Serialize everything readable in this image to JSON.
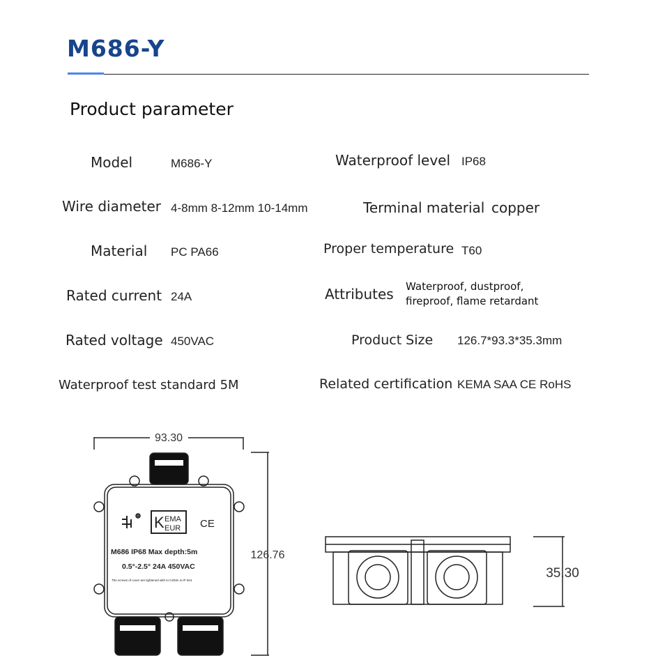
{
  "title": "M686-Y",
  "section_title": "Product parameter",
  "params": {
    "model": {
      "label": "Model",
      "value": "M686-Y"
    },
    "waterproof_level": {
      "label": "Waterproof level",
      "value": "IP68"
    },
    "wire_diameter": {
      "label": "Wire diameter",
      "value": "4-8mm 8-12mm 10-14mm"
    },
    "terminal_material": {
      "label": "Terminal material",
      "value": "copper"
    },
    "material": {
      "label": "Material",
      "value": "PC PA66"
    },
    "proper_temperature": {
      "label": "Proper temperature",
      "value": "T60"
    },
    "rated_current": {
      "label": "Rated current",
      "value": "24A"
    },
    "attributes": {
      "label": "Attributes",
      "value": "Waterproof, dustproof, fireproof, flame retardant"
    },
    "rated_voltage": {
      "label": "Rated voltage",
      "value": "450VAC"
    },
    "product_size": {
      "label": "Product Size",
      "value": "126.7*93.3*35.3mm"
    },
    "waterproof_test": {
      "label": "Waterproof test standard 5M"
    },
    "certification": {
      "label": "Related certification",
      "value": "KEMA SAA CE RoHS"
    }
  },
  "drawing": {
    "width_dim": "93.30",
    "height_dim": "126.76",
    "depth_dim": "35.30",
    "label_kema_top": "EMA",
    "label_kema_bottom": "EUR",
    "label_k": "K",
    "label_ce": "CE",
    "label_line1": "M686   IP68   Max  depth:5m",
    "label_line2": "0.5°-2.5°   24A  450VAC",
    "label_line3": "The screws of cover are tightened with to 0.8Nm is IP test."
  },
  "colors": {
    "title": "#17458c",
    "accent": "#4a86e8"
  }
}
